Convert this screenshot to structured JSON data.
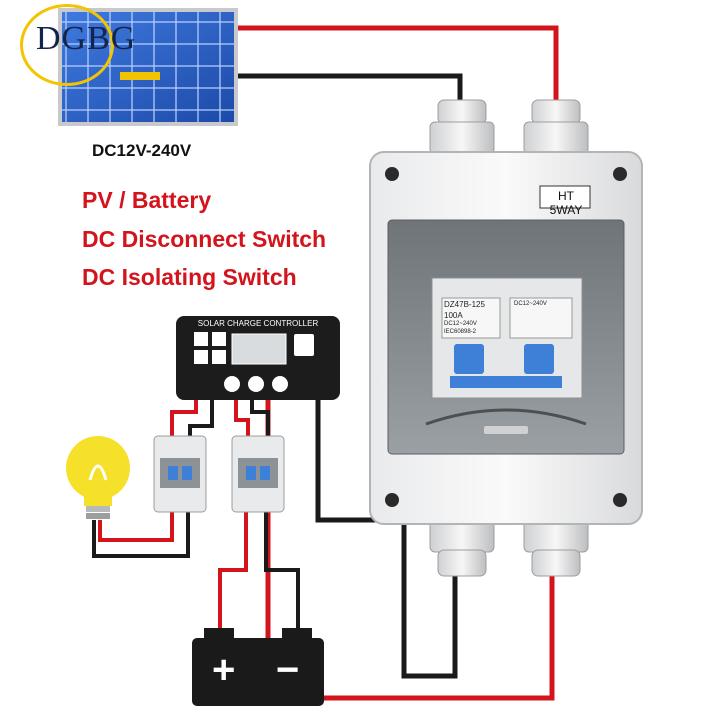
{
  "brand": {
    "logo_text": "DGBG"
  },
  "panel": {
    "caption": "DC12V-240V"
  },
  "headline": {
    "line1": "PV / Battery",
    "line2": "DC Disconnect Switch",
    "line3": "DC Isolating Switch"
  },
  "enclosure": {
    "label": "HT 5WAY"
  },
  "breaker": {
    "model": "DZ47B-125",
    "rating": "100A",
    "spec_line": "DC12~240V",
    "standard": "IEC60898-2",
    "right_spec": "DC12~240V"
  },
  "controller": {
    "title": "SOLAR CHARGE CONTROLLER"
  },
  "battery": {
    "plus": "+",
    "minus": "−"
  },
  "colors": {
    "wire_red": "#d4141c",
    "wire_black": "#1a1a1a",
    "headline": "#d3141c",
    "panel_blue": "#2a5fc4",
    "bulb_yellow": "#f6e12a",
    "breaker_blue": "#3e7fd8"
  }
}
